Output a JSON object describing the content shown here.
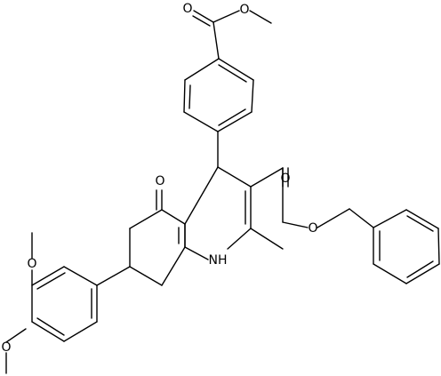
{
  "molecule": {
    "labels": {
      "carbonyl_ester_top_O": "O",
      "ester_top_O": "O",
      "ketone_O": "O",
      "benzyl_carbonyl_O": "O",
      "benzyl_ester_O": "O",
      "nh": "NH",
      "methoxy_upper_O": "O",
      "methoxy_lower_O": "O"
    }
  },
  "colors": {
    "bond": "#000000",
    "background": "#ffffff"
  }
}
